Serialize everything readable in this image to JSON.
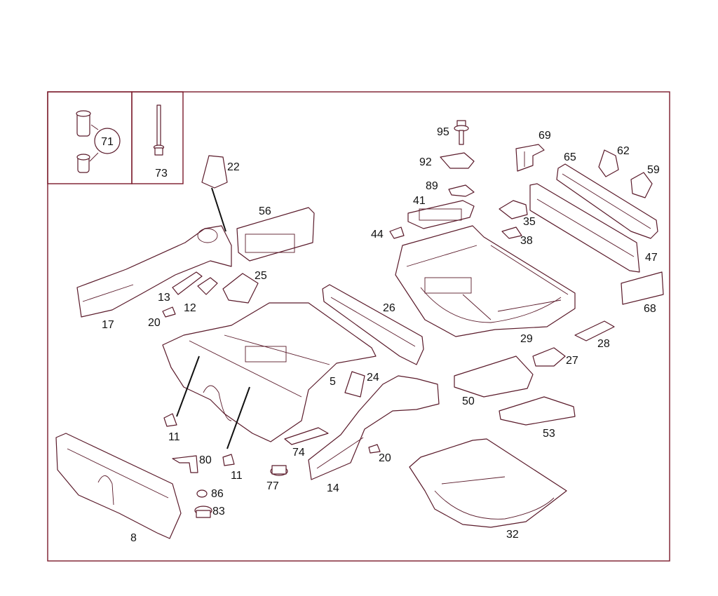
{
  "inset_labels": {
    "circled": "71",
    "bolt": "73"
  },
  "labels": {
    "p95": "95",
    "p69": "69",
    "p92": "92",
    "p65": "65",
    "p62": "62",
    "p59": "59",
    "p22": "22",
    "p89": "89",
    "p41": "41",
    "p56": "56",
    "p35": "35",
    "p44": "44",
    "p38": "38",
    "p47": "47",
    "p25": "25",
    "p13": "13",
    "p12": "12",
    "p26": "26",
    "p68": "68",
    "p17": "17",
    "p20a": "20",
    "p29": "29",
    "p28": "28",
    "p27": "27",
    "p5": "5",
    "p24": "24",
    "p50": "50",
    "p11a": "11",
    "p53": "53",
    "p74": "74",
    "p80": "80",
    "p20b": "20",
    "p11b": "11",
    "p77": "77",
    "p14": "14",
    "p86": "86",
    "p83": "83",
    "p32": "32",
    "p8": "8"
  },
  "colors": {
    "line": "#5a1a2a",
    "frame": "#7a1a2a",
    "text": "#111111"
  }
}
